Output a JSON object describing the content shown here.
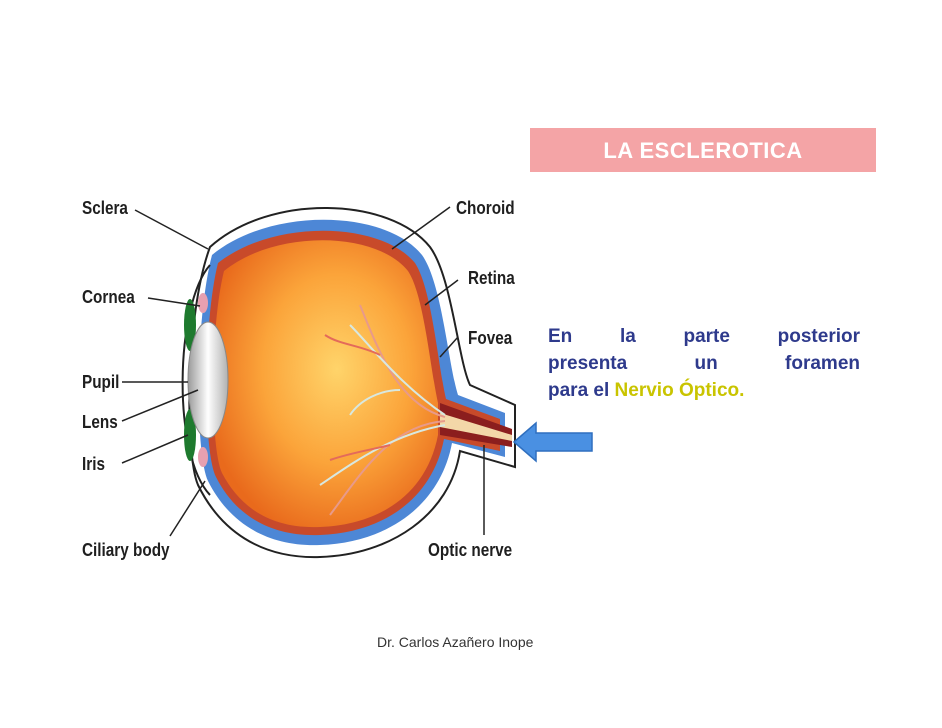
{
  "title": "LA ESCLEROTICA",
  "labels": {
    "sclera": "Sclera",
    "cornea": "Cornea",
    "pupil": "Pupil",
    "lens": "Lens",
    "iris": "Iris",
    "ciliary_body": "Ciliary body",
    "choroid": "Choroid",
    "retina": "Retina",
    "fovea": "Fovea",
    "optic_nerve": "Optic nerve"
  },
  "description": {
    "line1": "En la parte posterior",
    "line2": "presenta un foramen",
    "line3_prefix": "para el ",
    "line3_highlight": "Nervio Óptico."
  },
  "author": "Dr. Carlos Azañero Inope",
  "colors": {
    "title_bg": "#f4a4a6",
    "description_text": "#2e3a8c",
    "highlight": "#c9c400",
    "arrow": "#4a90e2"
  },
  "icons": {
    "pointer": "arrow-left-icon"
  }
}
